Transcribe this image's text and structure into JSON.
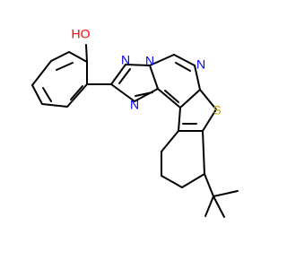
{
  "molecule": {
    "atoms": {
      "hydroxyl": "HO",
      "sulfur": "S",
      "n_top_left": "N",
      "n_top_right": "N",
      "n_left": "N",
      "n_pyrimidine": "N"
    },
    "colors": {
      "bond": "#000000",
      "oxygen": "#ff0000",
      "nitrogen": "#0000ff",
      "sulfur": "#c8a000",
      "background": "#ffffff"
    }
  }
}
